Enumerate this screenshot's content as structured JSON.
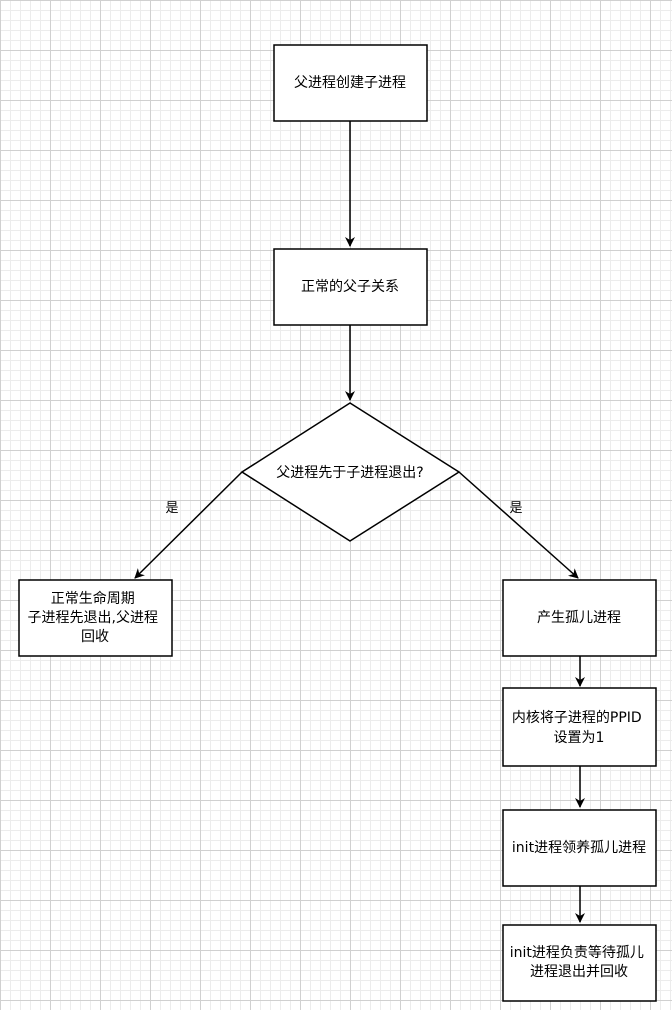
{
  "nodes": {
    "parent_creates_child": {
      "lines": [
        "父进程创建子进程"
      ]
    },
    "normal_relation": {
      "lines": [
        "正常的父子关系"
      ]
    },
    "decision": {
      "lines": [
        "父进程先于子进程退出?"
      ]
    },
    "normal_lifecycle": {
      "lines": [
        "正常生命周期",
        "子进程先退出,父进程",
        "回收"
      ]
    },
    "orphan_created": {
      "lines": [
        "产生孤儿进程"
      ]
    },
    "kernel_ppid": {
      "lines": [
        "内核将子进程的PPID",
        "设置为1"
      ]
    },
    "init_adopts": {
      "lines": [
        "init进程领养孤儿进程"
      ]
    },
    "init_reaps": {
      "lines": [
        "init进程负责等待孤儿",
        "进程退出并回收"
      ]
    }
  },
  "edges": {
    "left_label": "是",
    "right_label": "是"
  }
}
